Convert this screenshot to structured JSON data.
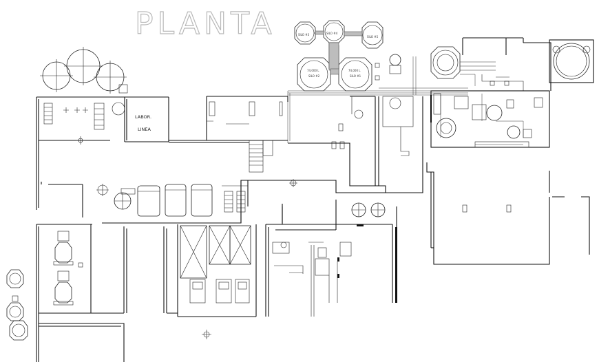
{
  "drawing": {
    "title": "PLANTA"
  },
  "rooms": {
    "laboratory_label": "LABOR.",
    "line_label": "LINEA"
  },
  "silos": [
    {
      "label": "SILO #3"
    },
    {
      "label": "SILO #4"
    },
    {
      "label": "SILO #5"
    },
    {
      "label": "SILO #2",
      "capacity": "74,000 L"
    },
    {
      "label": "SILO #1",
      "capacity": "74,000 L"
    }
  ],
  "colors": {
    "linework": "#111111",
    "title_outline": "#b9b9b9",
    "background": "#ffffff"
  }
}
